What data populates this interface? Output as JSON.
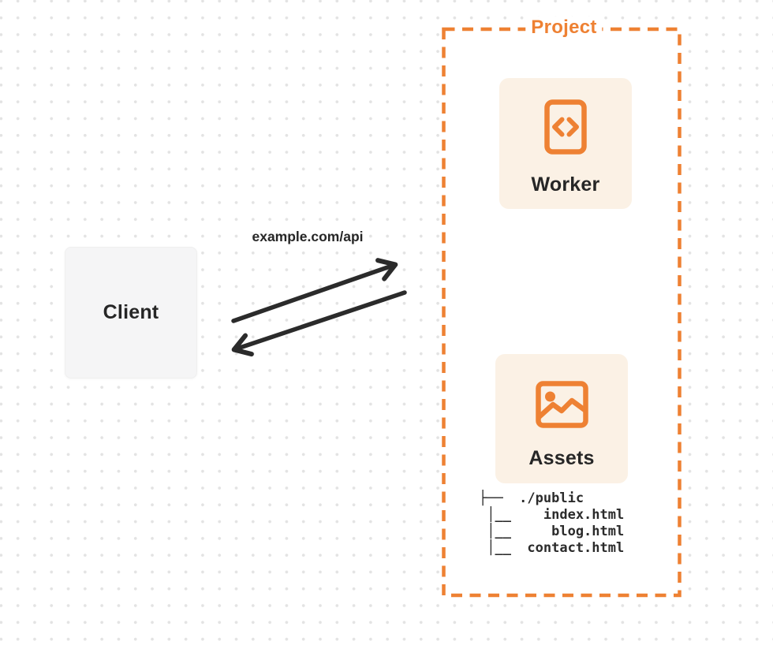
{
  "diagram": {
    "client": {
      "label": "Client"
    },
    "request_label": "example.com/api",
    "project": {
      "label": "Project",
      "worker": {
        "label": "Worker",
        "icon": "code-document-icon"
      },
      "assets": {
        "label": "Assets",
        "icon": "image-icon"
      },
      "file_tree": {
        "root": "./public",
        "files": [
          "index.html",
          "blog.html",
          "contact.html"
        ],
        "lines": [
          "├──  ./public",
          " │__    index.html",
          " │__     blog.html",
          " │__  contact.html"
        ]
      }
    },
    "colors": {
      "accent_orange": "#EE8133",
      "ink": "#2B2B2B",
      "card_cream": "#FBF1E5",
      "client_gray": "#F5F5F6",
      "dot_grid": "#E3E3E3"
    }
  }
}
